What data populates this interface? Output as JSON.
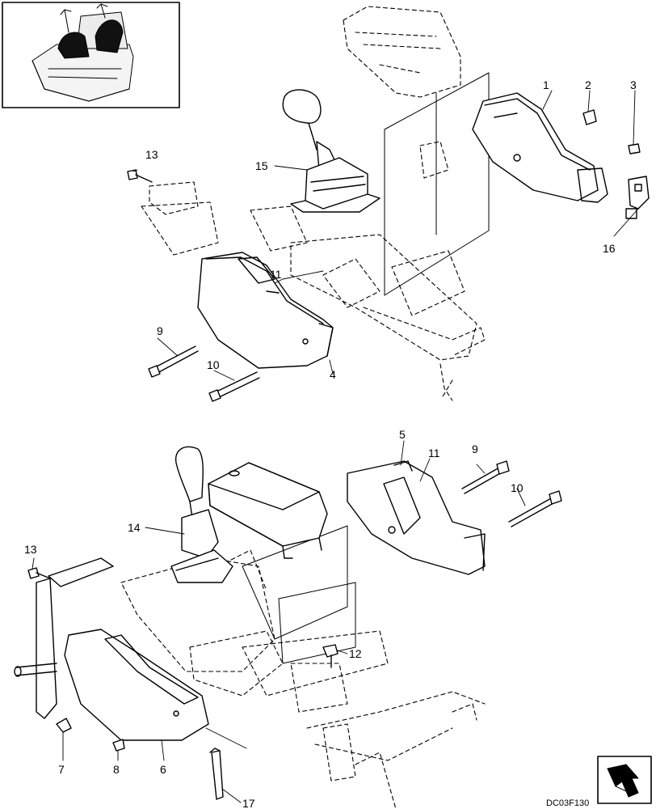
{
  "figure_code": "DC03F130",
  "callouts": {
    "c1": "1",
    "c2": "2",
    "c3": "3",
    "c4": "4",
    "c5": "5",
    "c6": "6",
    "c7": "7",
    "c8": "8",
    "c9a": "9",
    "c9b": "9",
    "c10a": "10",
    "c10b": "10",
    "c11a": "11",
    "c11b": "11",
    "c12": "12",
    "c13a": "13",
    "c13b": "13",
    "c14": "14",
    "c15": "15",
    "c16": "16",
    "c17": "17"
  },
  "icons": {
    "inset": "operator-seat-with-joysticks-icon",
    "nav": "next-page-arrow-icon"
  }
}
